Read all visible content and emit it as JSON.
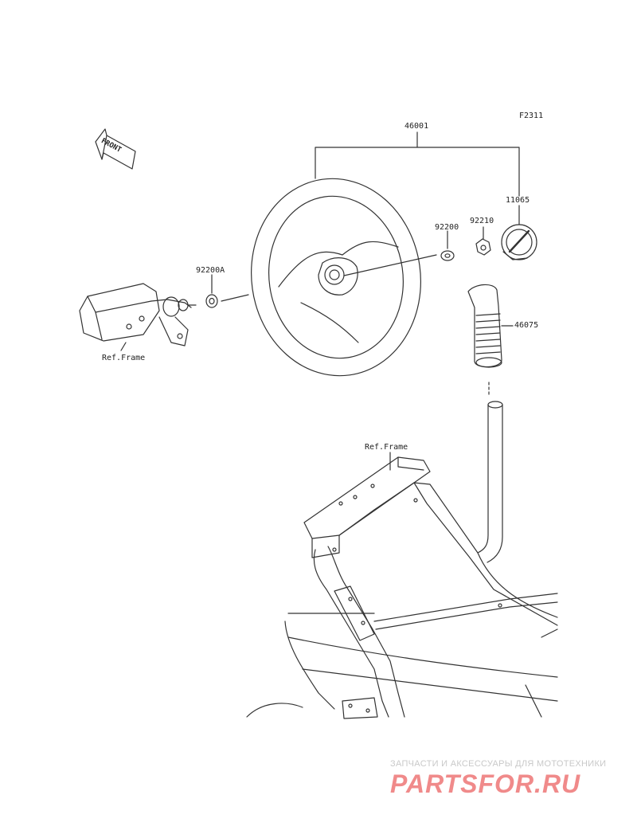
{
  "diagram_code": "F2311",
  "front_label": "FRONT",
  "parts": {
    "steering_wheel": "46001",
    "cap": "11065",
    "washer": "92200",
    "nut": "92210",
    "washer_a": "92200A",
    "grip": "46075"
  },
  "ref_frame_labels": [
    "Ref.Frame",
    "Ref.Frame"
  ],
  "watermark": {
    "tagline": "ЗАПЧАСТИ И АКСЕССУАРЫ ДЛЯ МОТОТЕХНИКИ",
    "logo": "PARTSFOR.RU"
  },
  "colors": {
    "line": "#333333",
    "watermark_logo": "#f08a8a",
    "watermark_text": "#c9c9c9"
  }
}
